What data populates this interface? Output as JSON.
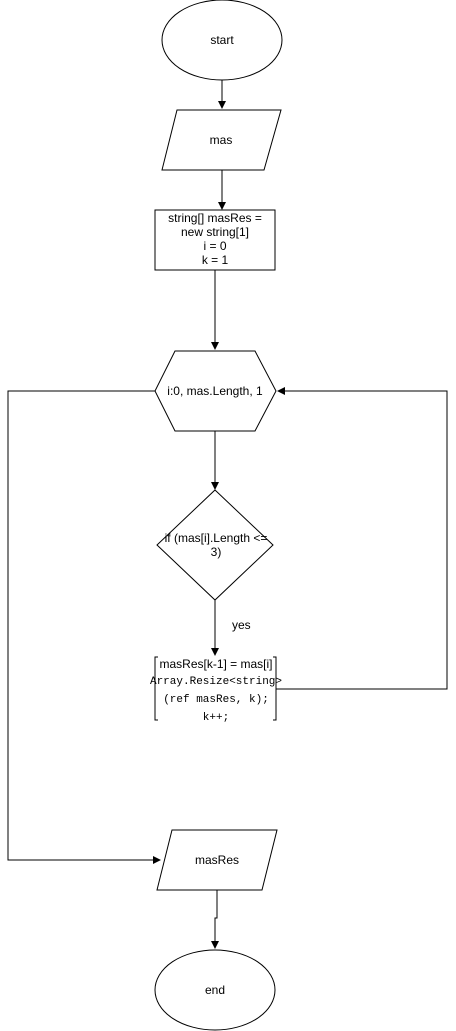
{
  "nodes": {
    "start": {
      "label": "start"
    },
    "input": {
      "label": "mas"
    },
    "init": {
      "lines": [
        "string[] masRes =",
        "new string[1]",
        "i = 0",
        "k = 1"
      ]
    },
    "loop": {
      "label": "i:0, mas.Length, 1"
    },
    "condition": {
      "lines": [
        "if (mas[i].Length <=",
        "3)"
      ]
    },
    "body": {
      "lines": [
        "masRes[k-1] = mas[i]",
        "Array.Resize<string>",
        "(ref masRes, k);",
        "k++;"
      ]
    },
    "output": {
      "label": "masRes"
    },
    "end": {
      "label": "end"
    }
  },
  "edges": {
    "yes_label": "yes"
  }
}
